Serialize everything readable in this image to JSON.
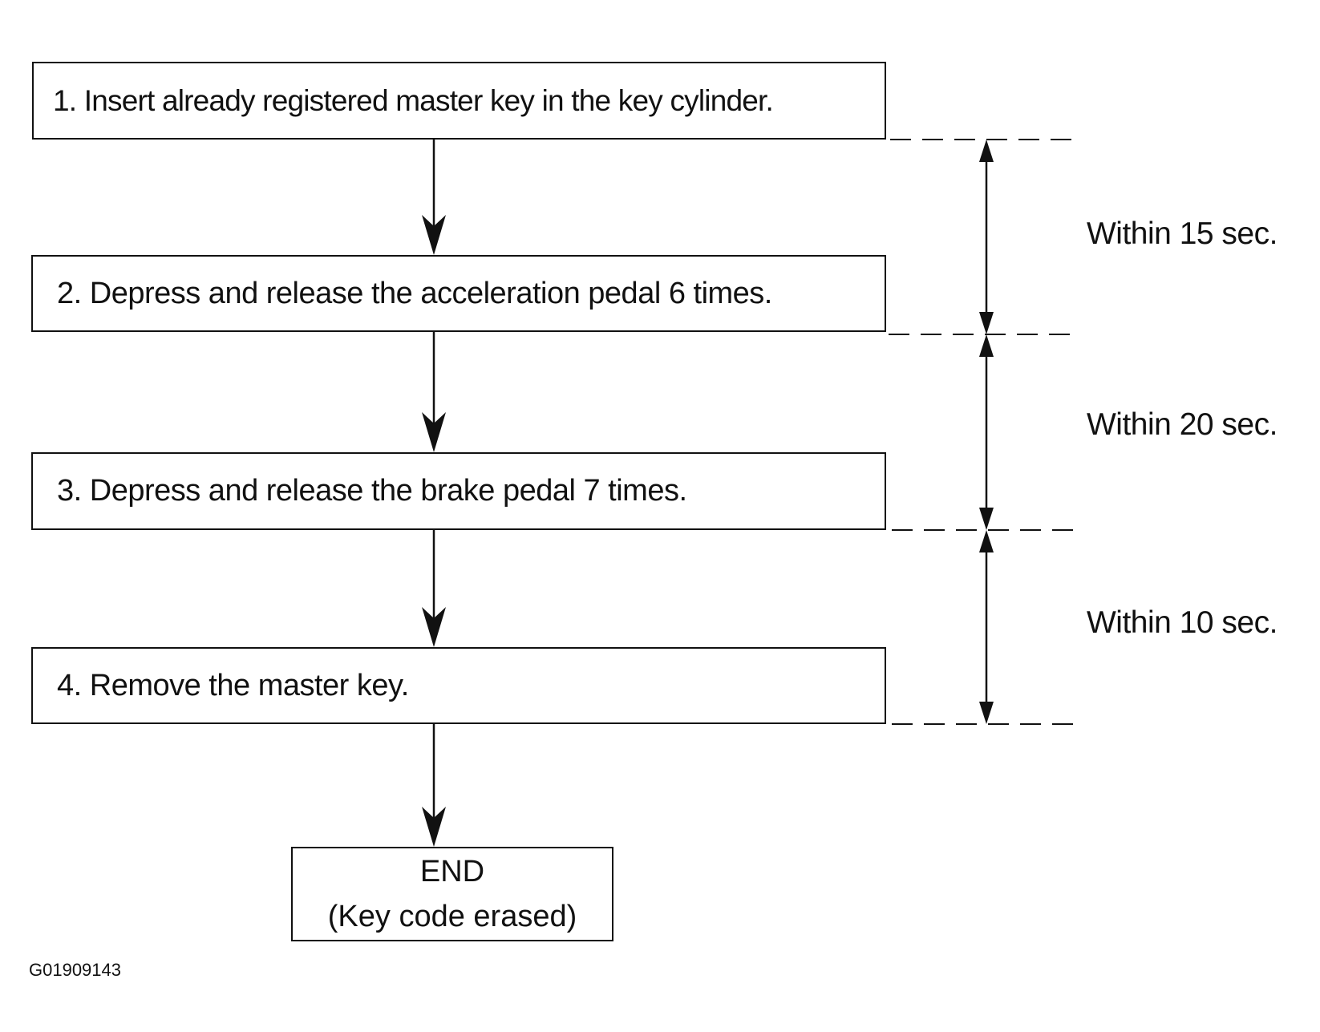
{
  "steps": [
    {
      "text": "1. Insert already registered master key in the key cylinder."
    },
    {
      "text": "2. Depress and release the acceleration pedal 6 times."
    },
    {
      "text": "3. Depress and release the brake pedal 7 times."
    },
    {
      "text": "4. Remove the master key."
    }
  ],
  "end": {
    "title": "END",
    "subtitle": "(Key code erased)"
  },
  "intervals": [
    {
      "label": "Within 15 sec."
    },
    {
      "label": "Within 20 sec."
    },
    {
      "label": "Within 10 sec."
    }
  ],
  "figure_code": "G01909143",
  "colors": {
    "line": "#111111",
    "background": "#ffffff"
  }
}
